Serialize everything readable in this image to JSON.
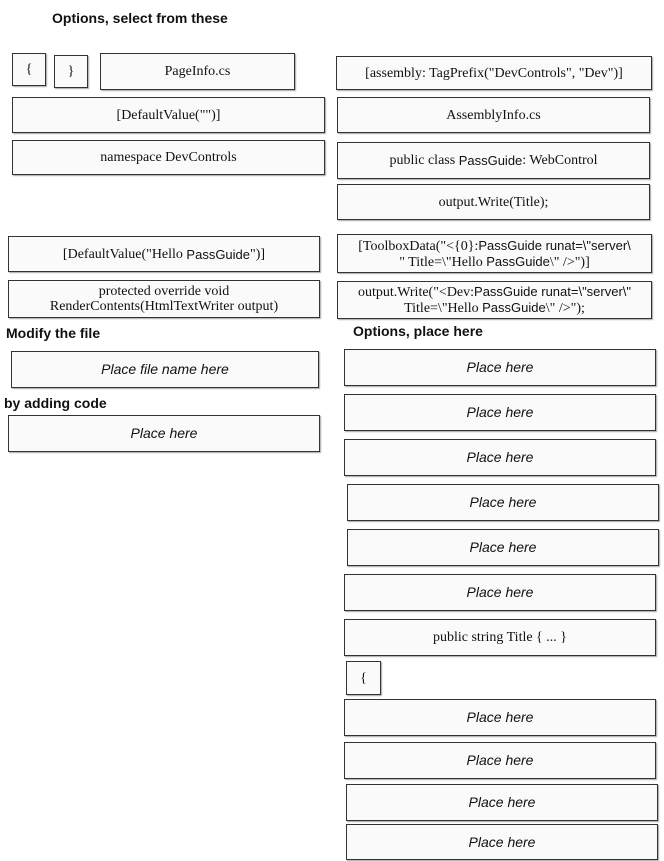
{
  "headings": {
    "options": "Options, select from these",
    "modify": "Modify the file",
    "place": "Options, place here",
    "adding": "by adding code"
  },
  "options": {
    "open_brace": "{",
    "close_brace": "}",
    "pageinfo": "PageInfo.cs",
    "tagprefix": "[assembly: TagPrefix(\"DevControls\", \"Dev\")]",
    "default_empty": "[DefaultValue(\"\")]",
    "assemblyinfo": "AssemblyInfo.cs",
    "namespace": "namespace DevControls",
    "class_prefix": "public class ",
    "class_name": "PassGuide",
    "class_suffix": ": WebControl",
    "output_title": "output.Write(Title);",
    "default_hello_prefix": "[DefaultValue(\"Hello ",
    "default_hello_name": "PassGuide",
    "default_hello_suffix": "\")]",
    "toolbox_a": "[ToolboxData(\"<{0}:",
    "toolbox_b": "PassGuide runat=\\\"server\\",
    "toolbox_c": "\" Title=\\\"Hello ",
    "toolbox_d": "PassGuide",
    "toolbox_e": "\\\" />\")]",
    "render_line1": "protected override void",
    "render_line2": "RenderContents(HtmlTextWriter output)",
    "write_a": "output.Write(\"<Dev:",
    "write_b": "PassGuide runat=\\\"server\\\"",
    "write_c": "Title=\\\"Hello ",
    "write_d": "PassGuide",
    "write_e": "\\\" />\");"
  },
  "left_targets": {
    "file_name": "Place file name here",
    "code": "Place here"
  },
  "right_targets": {
    "place": "Place here",
    "fixed_title": "public string Title { ... }",
    "fixed_brace": "{"
  }
}
